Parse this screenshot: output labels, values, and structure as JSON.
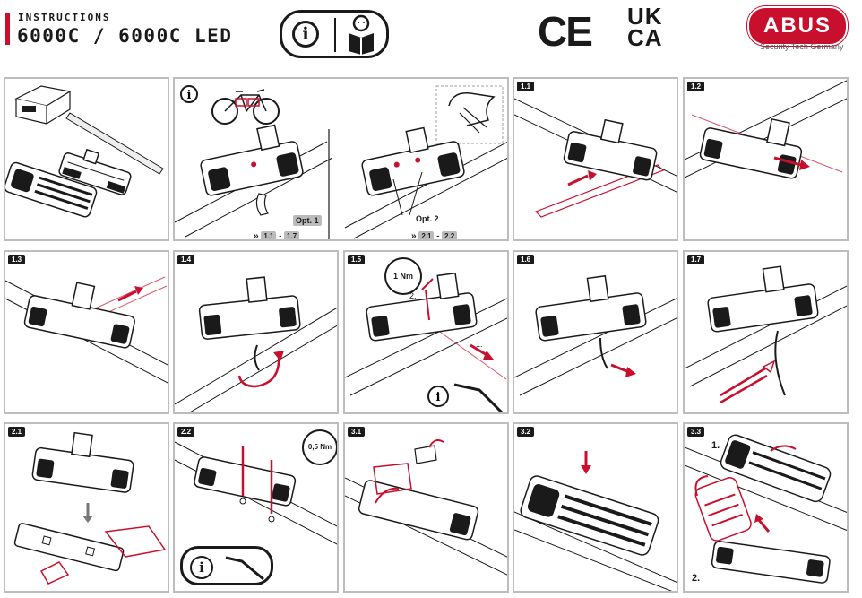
{
  "header": {
    "instructions_label": "INSTRUCTIONS",
    "model_title": "6000C / 6000C LED",
    "ce_mark": "CE",
    "ukca_top": "UK",
    "ukca_bottom": "CA",
    "brand_logo": "ABUS",
    "brand_tagline": "Security Tech Germany",
    "info_icon_text": "i"
  },
  "panels": {
    "p_1_1": {
      "tag": "1.1"
    },
    "p_1_2": {
      "tag": "1.2"
    },
    "p_1_3": {
      "tag": "1.3"
    },
    "p_1_4": {
      "tag": "1.4"
    },
    "p_1_5": {
      "tag": "1.5",
      "torque": "1 Nm",
      "step_2": "2.",
      "step_1": "1."
    },
    "p_1_6": {
      "tag": "1.6"
    },
    "p_1_7": {
      "tag": "1.7"
    },
    "p_2_1": {
      "tag": "2.1"
    },
    "p_2_2": {
      "tag": "2.2",
      "torque": "0,5 Nm"
    },
    "p_3_1": {
      "tag": "3.1"
    },
    "p_3_2": {
      "tag": "3.2"
    },
    "p_3_3": {
      "tag": "3.3",
      "step_1": "1.",
      "step_2": "2."
    }
  },
  "options": {
    "opt1": {
      "label": "Opt. 1",
      "range_start": "1.1",
      "range_sep": "-",
      "range_end": "1.7"
    },
    "opt2": {
      "label": "Opt. 2",
      "range_start": "2.1",
      "range_sep": "-",
      "range_end": "2.2"
    }
  },
  "colors": {
    "accent": "#c8102e",
    "line": "#1a1a1a",
    "panel_border": "#bdbdbd"
  }
}
